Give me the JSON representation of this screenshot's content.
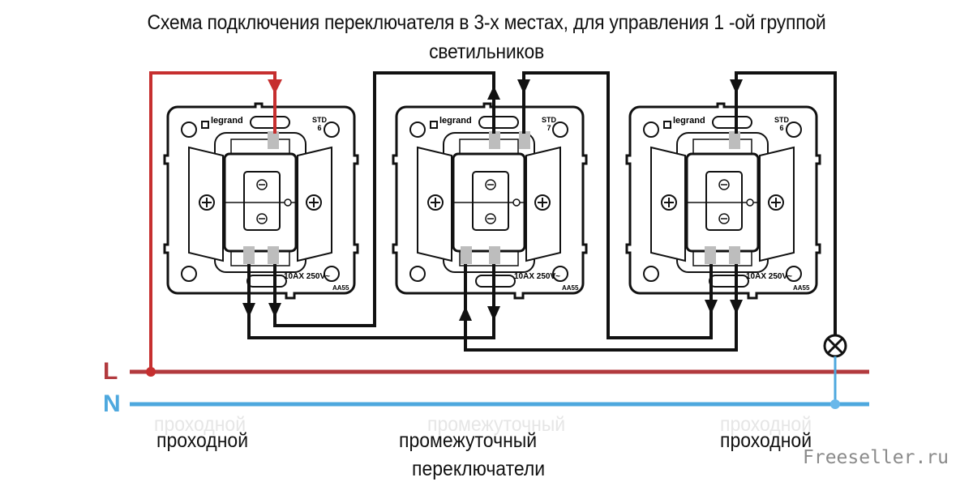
{
  "title": {
    "line1": "Схема подключения переключателя в 3-х местах, для управления 1 -ой группой",
    "line2": "светильников"
  },
  "lines": {
    "phase": {
      "label": "L",
      "color": "#b23a3e"
    },
    "neutral": {
      "label": "N",
      "color": "#4ea8de"
    }
  },
  "wire_color": "#111111",
  "switches": [
    {
      "brand": "legrand",
      "model": "STD",
      "model_no": "6",
      "rating": "10AX  250V~",
      "code": "AA55",
      "type_label": "проходной"
    },
    {
      "brand": "legrand",
      "model": "STD",
      "model_no": "7",
      "rating": "10AX  250V~",
      "code": "AA55",
      "type_label": "промежуточный"
    },
    {
      "brand": "legrand",
      "model": "STD",
      "model_no": "6",
      "rating": "10AX  250V~",
      "code": "AA55",
      "type_label": "проходной"
    }
  ],
  "labels": {
    "left": "проходной",
    "middle_1": "промежуточный",
    "middle_2": "переключатели",
    "right": "проходной"
  },
  "lamp_icon": "lamp-cross-circle",
  "watermark": "Freeseller.ru"
}
